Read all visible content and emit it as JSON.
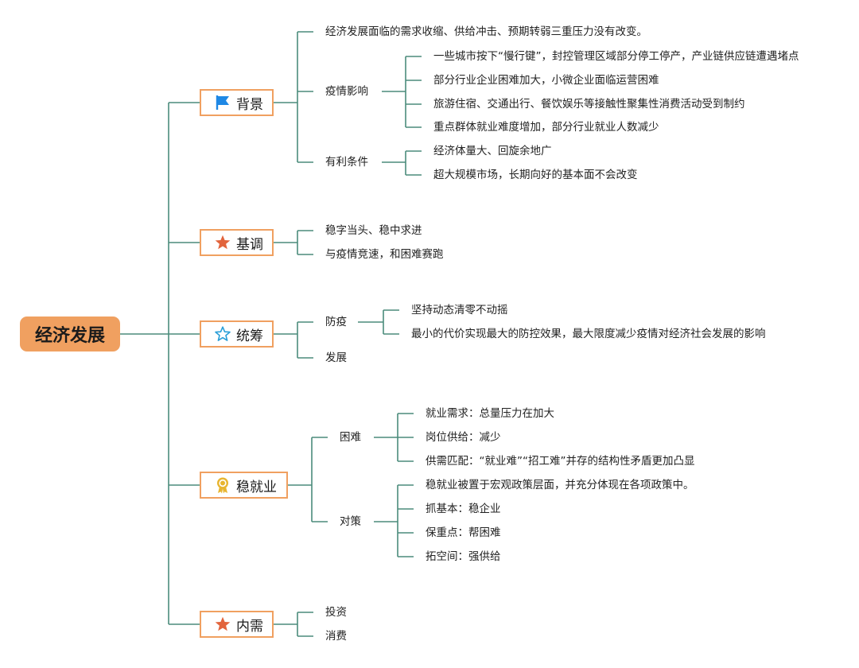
{
  "root": {
    "label": "经济发展"
  },
  "branches": {
    "beijing": {
      "label": "背景",
      "icon": "flag-icon",
      "item0": "经济发展面临的需求收缩、供给冲击、预期转弱三重压力没有改变。",
      "epidemic": {
        "label": "疫情影响",
        "items": [
          "一些城市按下“慢行键”，封控管理区域部分停工停产，产业链供应链遭遇堵点",
          "部分行业企业困难加大，小微企业面临运营困难",
          "旅游住宿、交通出行、餐饮娱乐等接触性聚集性消费活动受到制约",
          "重点群体就业难度增加，部分行业就业人数减少"
        ]
      },
      "favorable": {
        "label": "有利条件",
        "items": [
          "经济体量大、回旋余地广",
          "超大规模市场，长期向好的基本面不会改变"
        ]
      }
    },
    "jidiao": {
      "label": "基调",
      "icon": "star-icon",
      "items": [
        "稳字当头、稳中求进",
        "与疫情竞速，和困难赛跑"
      ]
    },
    "tongchou": {
      "label": "统筹",
      "icon": "star-outline-icon",
      "prevention": {
        "label": "防疫",
        "items": [
          "坚持动态清零不动摇",
          "最小的代价实现最大的防控效果，最大限度减少疫情对经济社会发展的影响"
        ]
      },
      "development": {
        "label": "发展"
      }
    },
    "jiuye": {
      "label": "稳就业",
      "icon": "award-icon",
      "difficulty": {
        "label": "困难",
        "items": [
          "就业需求：总量压力在加大",
          "岗位供给：减少",
          "供需匹配：“就业难”“招工难”并存的结构性矛盾更加凸显"
        ]
      },
      "measures": {
        "label": "对策",
        "items": [
          "稳就业被置于宏观政策层面，并充分体现在各项政策中。",
          "抓基本：稳企业",
          "保重点：帮困难",
          "拓空间：强供给"
        ]
      }
    },
    "neixu": {
      "label": "内需",
      "icon": "star-icon",
      "items": [
        "投资",
        "消费"
      ]
    }
  },
  "colors": {
    "line": "#4b8c7c",
    "root_fill": "#f0a060",
    "branch_border": "#f0a060",
    "flag": "#1e88e5",
    "star": "#e2643c",
    "star_outline": "#2a9fd8",
    "award": "#e8b530"
  }
}
